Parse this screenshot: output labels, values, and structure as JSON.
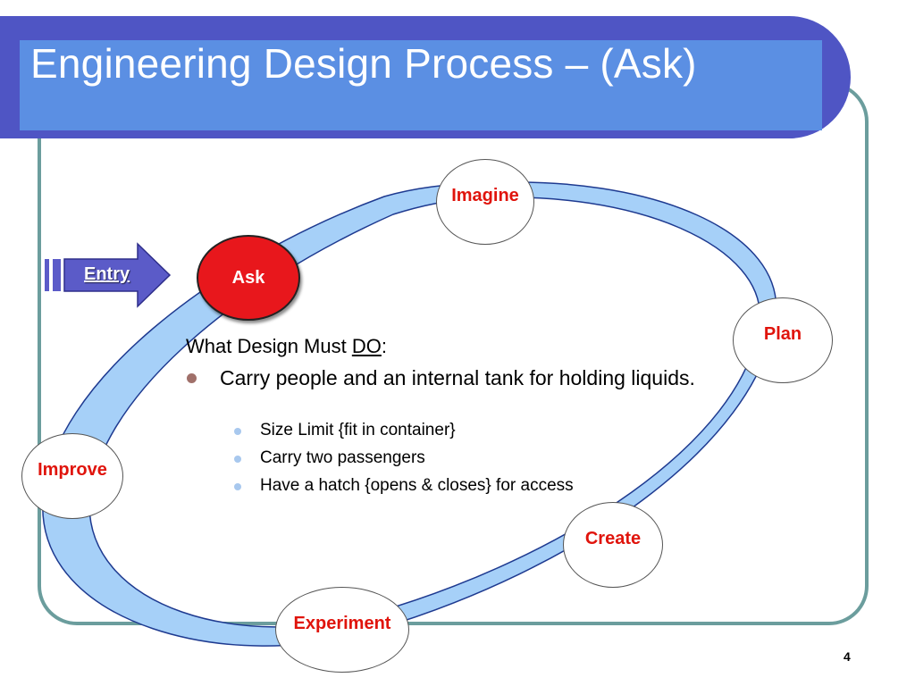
{
  "slide": {
    "title": "Engineering Design Process – (Ask)",
    "page_number": "4"
  },
  "entry": {
    "label": "Entry"
  },
  "cycle": {
    "steps": {
      "ask": "Ask",
      "imagine": "Imagine",
      "plan": "Plan",
      "create": "Create",
      "experiment": "Experiment",
      "improve": "Improve"
    },
    "active_step": "Ask"
  },
  "content": {
    "lead_prefix": "What Design Must ",
    "lead_emphasis": "DO",
    "lead_suffix": ":",
    "bullet": "Carry people and an internal tank for holding liquids.",
    "sub_bullets": [
      "Size Limit {fit in container}",
      "Carry two passengers",
      "Have a hatch {opens & closes} for access"
    ]
  },
  "colors": {
    "title_bar": "#4f55c4",
    "title_inner": "#5b8fe3",
    "ring_fill": "#a6d0f8",
    "ring_stroke": "#1e3a90",
    "active_node": "#e8171c",
    "step_label": "#e0140c",
    "frame": "#6b9d9d"
  }
}
